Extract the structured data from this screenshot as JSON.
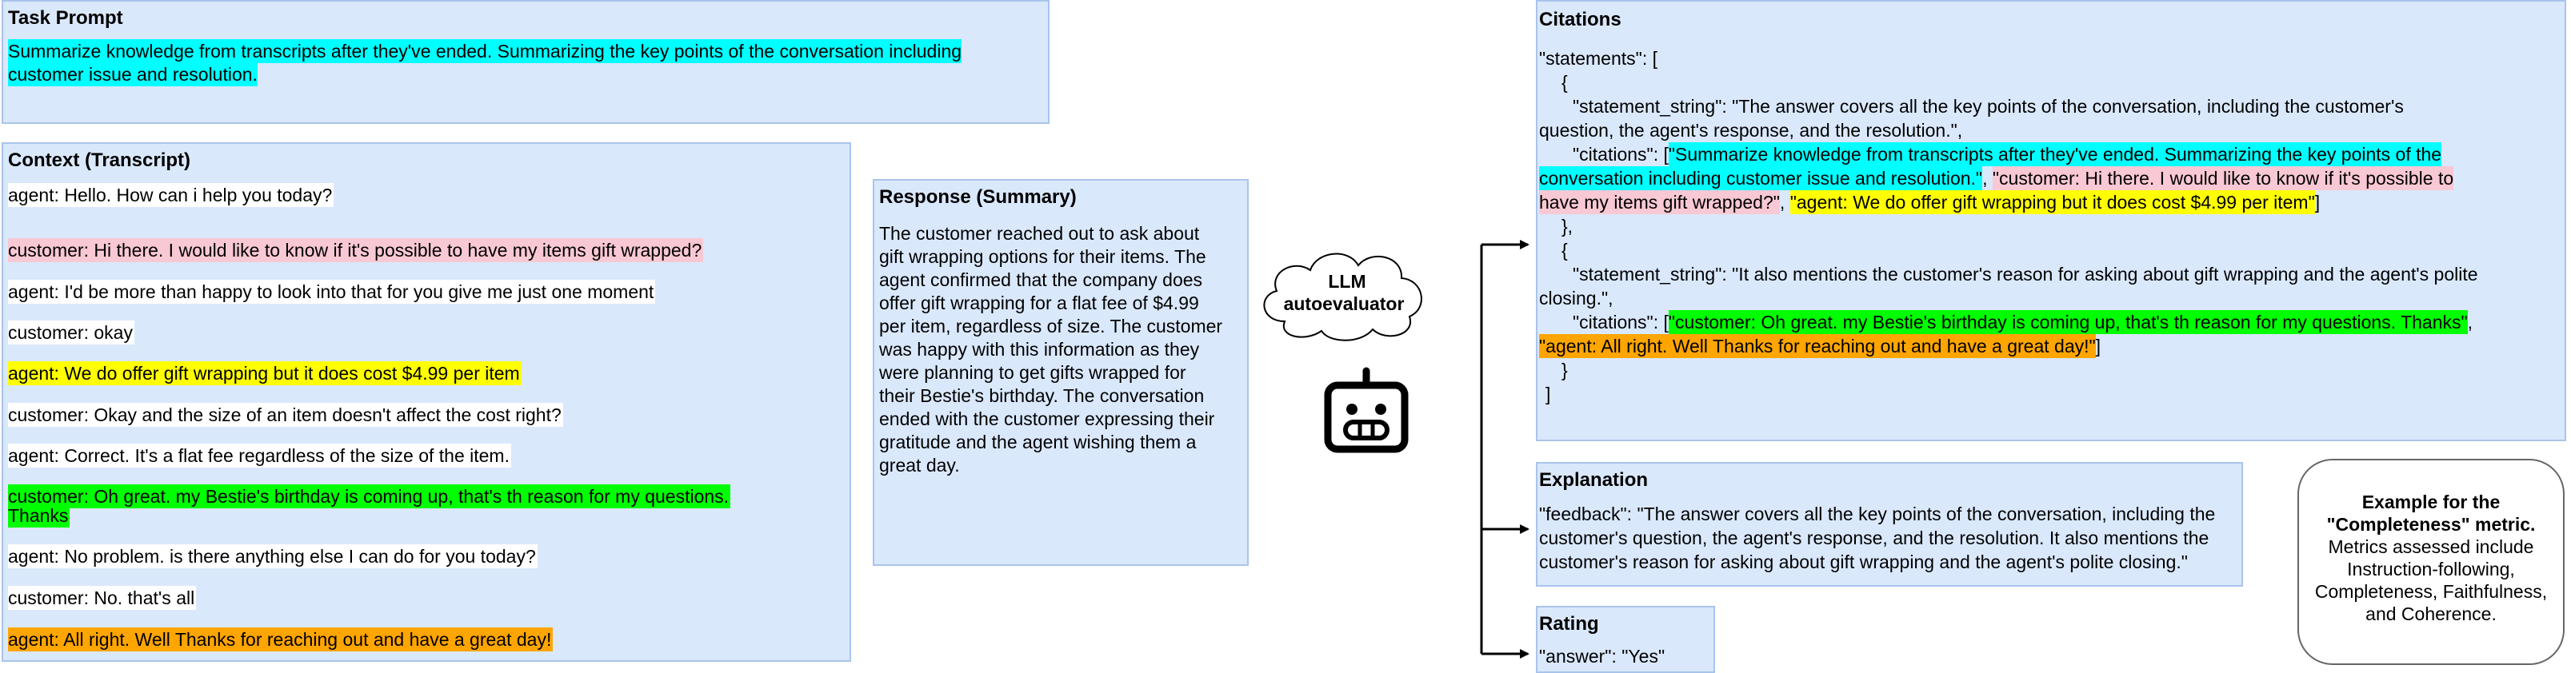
{
  "task_prompt": {
    "title": "Task Prompt",
    "line1": "Summarize knowledge from transcripts after they've ended. Summarizing the key points of the conversation including",
    "line2": "customer issue and resolution."
  },
  "context": {
    "title": "Context (Transcript)",
    "turns": [
      "agent: Hello. How can i help you today?",
      "customer: Hi there. I would like to know if it's possible to have my items gift wrapped?",
      "agent: I'd be more than happy to look into that for you give me just one moment",
      "customer: okay",
      "agent: We do offer gift wrapping but it does cost $4.99 per item",
      "customer: Okay and the size of an item doesn't affect the cost right?",
      "agent: Correct. It's a flat fee regardless of the size of the item.",
      "customer: Oh great. my Bestie's birthday is coming up, that's th reason for my questions.",
      "Thanks",
      "agent: No problem. is there anything else I can do for you today?",
      "customer: No. that's all",
      "agent: All right. Well Thanks for reaching out and have a great day!"
    ]
  },
  "response": {
    "title": "Response (Summary)",
    "lines": [
      "The customer reached out to ask about",
      "gift wrapping options for their items. The",
      "agent confirmed that the company does",
      "offer gift wrapping for a flat fee of $4.99",
      "per item, regardless of size. The customer",
      "was happy with this information as they",
      "were planning to get gifts wrapped for",
      "their Bestie's birthday. The conversation",
      "ended with the customer expressing their",
      "gratitude and the agent wishing them a",
      "great day."
    ]
  },
  "evaluator": {
    "line1": "LLM",
    "line2": "autoevaluator",
    "icon": "robot-icon"
  },
  "citations": {
    "title": "Citations",
    "statements_open": "\"statements\": [",
    "brace_open_1": "{",
    "stmt1_a": "\"statement_string\": \"The answer covers all the key points of the conversation, including the customer's",
    "stmt1_b": "question, the agent's response, and the resolution.\",",
    "cit1_prefix": "\"citations\": [",
    "cit1_cyan_a": "\"Summarize knowledge from transcripts after they've ended. Summarizing the key points of the",
    "cit1_cyan_b": "conversation including customer issue and resolution.\"",
    "cit1_sep1": ", ",
    "cit1_pink_a": "\"customer: Hi there. I would like to know if it's possible to",
    "cit1_pink_b": "have my items gift wrapped?\"",
    "cit1_sep2": ", ",
    "cit1_yellow": "\"agent: We do offer gift wrapping but it does cost $4.99 per item\"",
    "cit1_close": "]",
    "brace_close_1": "},",
    "brace_open_2": "{",
    "stmt2_a": "\"statement_string\": \"It also mentions the customer's reason for asking about gift wrapping and the agent's polite",
    "stmt2_b": "closing.\",",
    "cit2_prefix": "\"citations\": [",
    "cit2_green": "\"customer: Oh great. my Bestie's birthday is coming up, that's th reason for my questions. Thanks\"",
    "cit2_sep": ",",
    "cit2_orange": "\"agent: All right. Well Thanks for reaching out and have a great day!\"",
    "cit2_close": "]",
    "brace_close_2": "}",
    "statements_close": "]"
  },
  "explanation": {
    "title": "Explanation",
    "line1": "\"feedback\": \"The answer covers all the key points of the conversation, including the",
    "line2": "customer's question, the agent's response, and the resolution. It also mentions the",
    "line3": "customer's reason for asking about gift wrapping and the agent's polite closing.\""
  },
  "rating": {
    "title": "Rating",
    "value": "\"answer\": \"Yes\""
  },
  "note": {
    "bold1": "Example for the",
    "bold2": "\"Completeness\" metric.",
    "line1": "Metrics assessed include",
    "line2": "Instruction-following,",
    "line3": "Completeness, Faithfulness,",
    "line4": "and Coherence."
  },
  "colors": {
    "panel_fill": "#dae8fc",
    "panel_border": "#a9c4eb",
    "highlight_cyan": "#00ffff",
    "highlight_pink": "#f8c8d4",
    "highlight_yellow": "#ffff00",
    "highlight_green": "#00ff00",
    "highlight_orange": "#ffa500"
  }
}
